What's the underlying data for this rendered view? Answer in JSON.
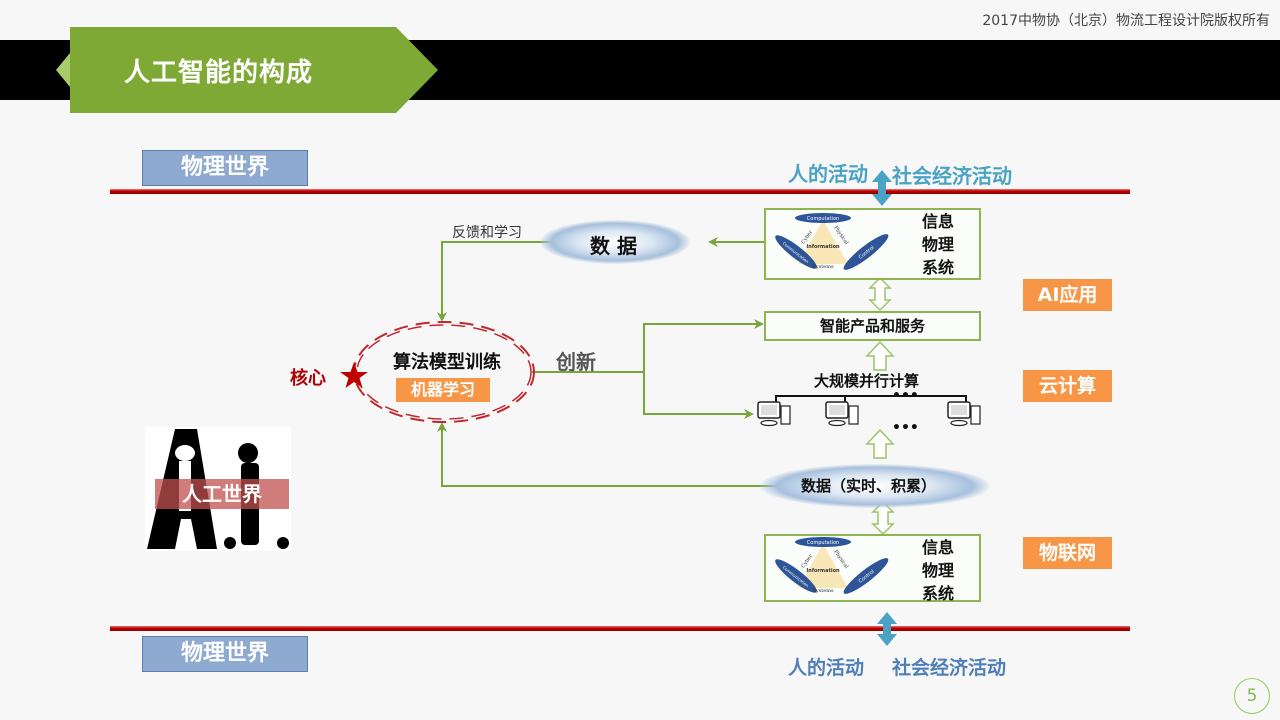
{
  "header": {
    "copyright": "2017中物协（北京）物流工程设计院版权所有",
    "title": "人工智能的构成"
  },
  "diagram": {
    "physical_world_top": "物理世界",
    "physical_world_bottom": "物理世界",
    "human_activity_top": "人的活动",
    "social_activity_top": "社会经济活动",
    "human_activity_bottom": "人的活动",
    "social_activity_bottom": "社会经济活动",
    "cps": {
      "label_lines": [
        "信息",
        "物理",
        "系统"
      ],
      "computation": "Computation",
      "communication": "Communication",
      "control": "Control",
      "information": "Information",
      "cyber": "Cyber",
      "physical": "Physical",
      "systems": "Systems"
    },
    "data_cloud": "数 据",
    "feedback_label": "反馈和学习",
    "smart_products": "智能产品和服务",
    "parallel_computing": "大规模并行计算",
    "ellipsis": "•••",
    "realtime_data": "数据（实时、积累）",
    "core_label": "核心",
    "algorithm_training": "算法模型训练",
    "machine_learning": "机器学习",
    "innovation": "创新",
    "artificial_world": "人工世界",
    "ai_logo": "A.I.",
    "tags": {
      "ai_application": "AI应用",
      "cloud_computing": "云计算",
      "iot": "物联网"
    }
  },
  "colors": {
    "green_arrow": "#77a63b",
    "title_green": "#7fa935",
    "orange": "#f79646",
    "red_line": "#c00000",
    "activity_blue": "#4aa3c4"
  },
  "footer": {
    "page_number": "5"
  }
}
